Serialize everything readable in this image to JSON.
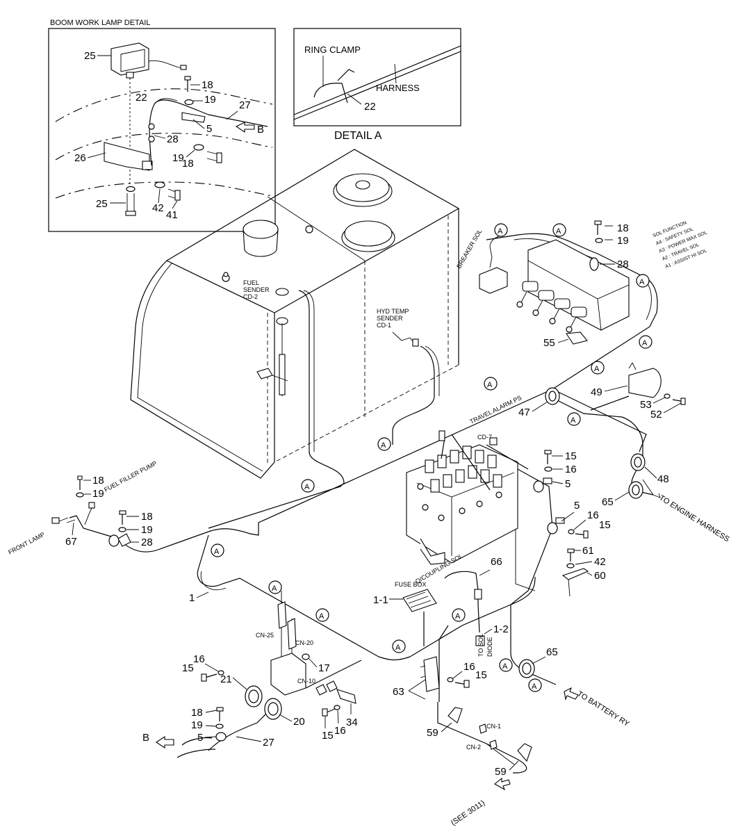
{
  "boom_detail": {
    "title": "BOOM WORK LAMP DETAIL"
  },
  "detail_a": {
    "title": "DETAIL A",
    "ring_clamp": "RING CLAMP",
    "harness": "HARNESS"
  },
  "texts": {
    "fuel_sender": "FUEL",
    "fuel_sender2": "SENDER",
    "fuel_sender3": "CD-2",
    "hyd_temp": "HYD TEMP",
    "hyd_temp2": "SENDER",
    "hyd_temp3": "CD-1",
    "breaker_sol": "BREAKER SOL",
    "sol_function": "SOL FUNCTION",
    "sol_a4": "A4 : SAFETY SOL",
    "sol_a3": "A3 : POWER MAX SOL",
    "sol_a2": "A2 : TRAVEL SOL",
    "sol_a1": "A1 : ASSIST HI SOL",
    "travel_alarm": "TRAVEL ALARM PS",
    "cd7": "CD-7",
    "fuel_filler_pump": "FUEL FILLER PUMP",
    "front_lamp": "FRONT LAMP",
    "to_engine": "TO ENGINE HARNESS",
    "q_coupling": "Q/COUPLING SOL",
    "fuse_box": "FUSE BOX",
    "to_sol": "TO SOL",
    "diode": "DIODE",
    "to_battery": "TO BATTERY RY",
    "see_3011": "(SEE 3011)",
    "cn25": "CN-25",
    "cn20": "CN-20",
    "cn10": "CN-10",
    "cn1": "CN-1",
    "cn2": "CN-2",
    "b": "B",
    "a": "A"
  },
  "callouts": {
    "c25a": "25",
    "c18a": "18",
    "c19a": "19",
    "c22a": "22",
    "c27a": "27",
    "c5a": "5",
    "c28a": "28",
    "c19b": "19",
    "c18b": "18",
    "c26": "26",
    "c25b": "25",
    "c42a": "42",
    "c41": "41",
    "c22b": "22",
    "c18c": "18",
    "c19c": "19",
    "c28b": "28",
    "c55": "55",
    "c49": "49",
    "c53": "53",
    "c52": "52",
    "c47": "47",
    "c15a": "15",
    "c16a": "16",
    "c5b": "5",
    "c48": "48",
    "c65a": "65",
    "c5c": "5",
    "c16b": "16",
    "c15b": "15",
    "c61": "61",
    "c42b": "42",
    "c60": "60",
    "c18d": "18",
    "c19d": "19",
    "c18e": "18",
    "c19e": "19",
    "c28c": "28",
    "c67": "67",
    "c1": "1",
    "c1_1": "1-1",
    "c66": "66",
    "c1_2": "1-2",
    "c65b": "65",
    "c16c": "16",
    "c15c": "15",
    "c63": "63",
    "c59a": "59",
    "c59b": "59",
    "c17": "17",
    "c16d": "16",
    "c15d": "15",
    "c21": "21",
    "c20": "20",
    "c15e": "15",
    "c16e": "16",
    "c34": "34",
    "c18f": "18",
    "c19f": "19",
    "c5d": "5",
    "c27b": "27"
  }
}
